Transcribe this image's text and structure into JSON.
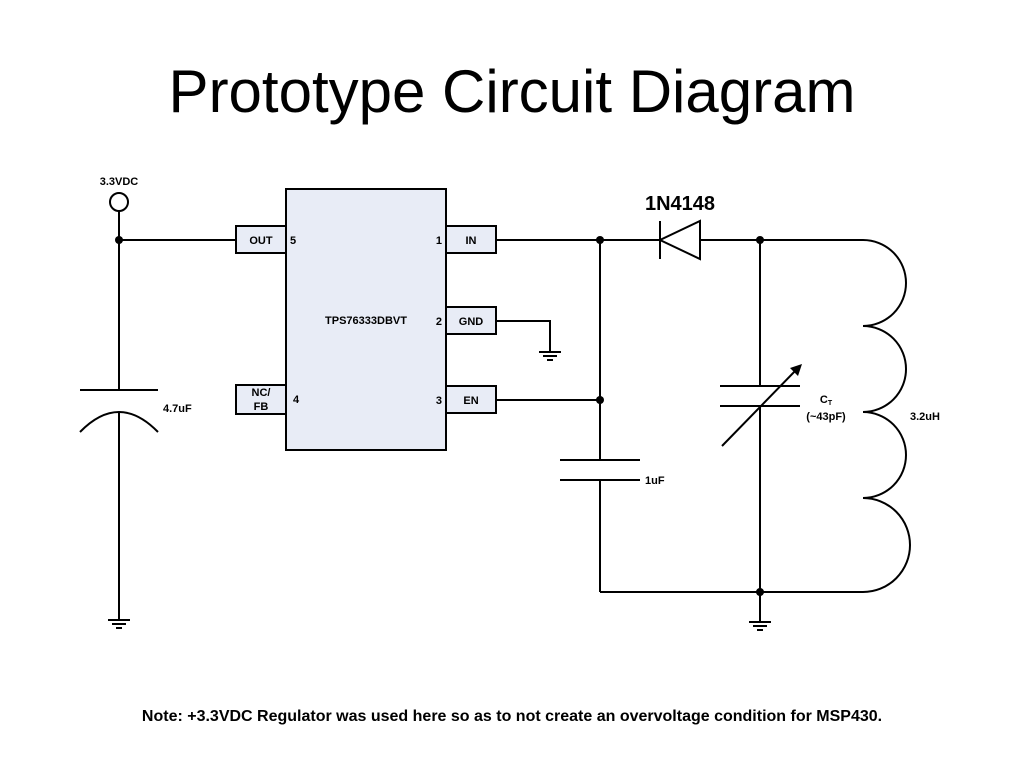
{
  "title": "Prototype Circuit Diagram",
  "note": "Note: +3.3VDC Regulator was used here so as to not create an overvoltage condition for MSP430.",
  "regulator": {
    "part": "TPS76333DBVT",
    "pins": [
      {
        "label": "OUT",
        "number": "5"
      },
      {
        "label": "NC/",
        "label2": "FB",
        "number": "4"
      },
      {
        "label": "IN",
        "number": "1"
      },
      {
        "label": "GND",
        "number": "2"
      },
      {
        "label": "EN",
        "number": "3"
      }
    ]
  },
  "supply": {
    "label": "3.3VDC"
  },
  "components": {
    "c_out": {
      "value": "4.7uF"
    },
    "c_in": {
      "value": "1uF"
    },
    "diode": {
      "part": "1N4148"
    },
    "c_tune": {
      "name": "C",
      "subscript": "T",
      "value": "(~43pF)"
    },
    "inductor": {
      "value": "3.2uH"
    }
  },
  "colors": {
    "chip_fill": "#e8ecf6",
    "line": "#000000"
  }
}
